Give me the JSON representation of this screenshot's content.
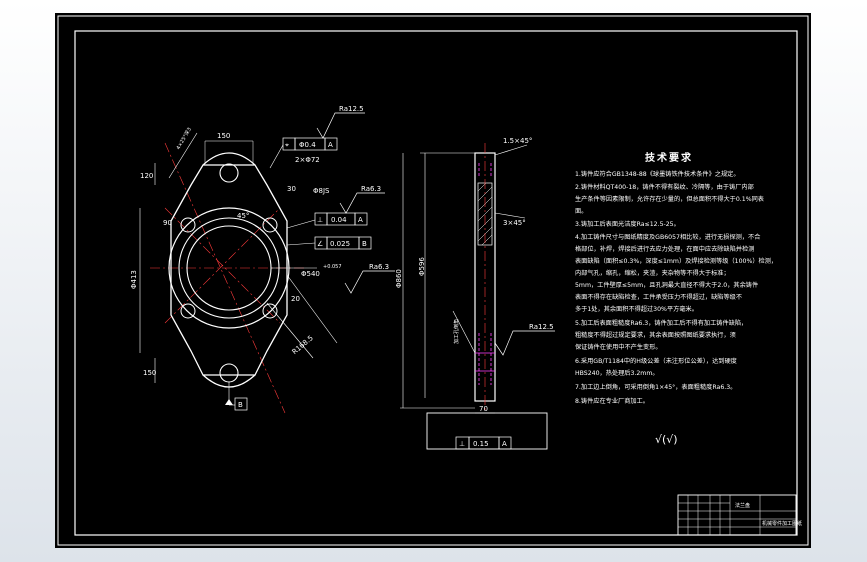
{
  "colors": {
    "background": "#000000",
    "outline": "#ffffff",
    "dimension": "#ffffff",
    "centerline": "#ff3b3b",
    "hidden": "#ff40ff",
    "hatch": "#ffffff",
    "screen": "#e8ecf0"
  },
  "front_view": {
    "dims": {
      "width_top": "150",
      "height_top": "120",
      "chamfer_note": "4×25°深3",
      "dia_lower": "Φ413",
      "height_bottom": "150",
      "hole_num": "30",
      "left_dim": "90",
      "angle": "45°",
      "dia_mid": "Φ540",
      "dia_mid_tol": "+0.057",
      "right_dim": "20",
      "bottom_right": "R168.5",
      "top_hole": "2×Φ72",
      "mid_hole": "Φ8JS"
    },
    "tolerances": {
      "position": {
        "symbol": "⌖",
        "value": "Φ0.4",
        "datum": "A"
      },
      "flatness_top": {
        "symbol": "⊥",
        "value": "0.04",
        "datum": "A"
      },
      "perp": {
        "symbol": "∠",
        "value": "0.025",
        "datum": "B"
      }
    },
    "roughness": {
      "top": "Ra12.5",
      "mid": "Ra6.3",
      "right": "Ra6.3"
    },
    "datum_b": "B"
  },
  "side_view": {
    "dims": {
      "chamfer_top": "1.5×45°",
      "chamfer_mid": "3×45°",
      "height_total": "Φ860",
      "height_inner": "Φ596",
      "left_note": "加工孔倒角",
      "thickness": "70"
    },
    "roughness": "Ra12.5",
    "tolerance": {
      "symbol": "⊥",
      "value": "0.15",
      "datum": "A"
    }
  },
  "tech": {
    "title": "技术要求",
    "lines": [
      "1.铸件应符合GB1348-88《球墨铸铁件技术条件》之规定。",
      "2.铸件材料QT400-18，铸件不得有裂纹、冷隔等，由于铸厂内部",
      "生产条件等因素限制，允许存在少量的，但总面积不得大于0.1%同表",
      "面。",
      "3.铸加工后表面光洁度Ra≤12.5-25。",
      "4.加工铸件尺寸与图纸精度及GB6057相比较，进行无损探测，不合",
      "格部位，补焊，焊接后进行去应力处理，在面中应去除缺陷并检测",
      "表面缺陷（面积≤0.3%，深度≤1mm）及焊接检测等级（100%）检测，",
      "内部气孔，缩孔，缩松，夹渣，夹杂物等不得大于标准；",
      "5mm，工件壁厚≤5mm，且孔洞最大直径不得大于2.0，其余铸件",
      "表面不得存在缺陷检查，工件承受压力不得超过，缺陷等级不",
      "多于1处，其余面积不得超过30%平方毫米。",
      "5.加工后表面粗糙度Ra6.3，铸件加工后不得有加工铸件缺陷，",
      "粗糙度不得超过规定要求，其余表面按照图纸要求执行，须",
      "保证铸件在使用中不产生变形。",
      "6.采用GB/T1184中的H级公差（未注形位公差），达到硬度",
      "HBS240，热处理后3.2mm。",
      "7.加工边上倒角，可采用倒角1×45°，表面粗糙度Ra6.3。",
      "8.铸件应在专业厂商加工。"
    ],
    "roughness_note": "√(√)"
  },
  "title_block": {
    "drawing_name": "法兰盘",
    "part_name": "机械零件加工图纸"
  }
}
